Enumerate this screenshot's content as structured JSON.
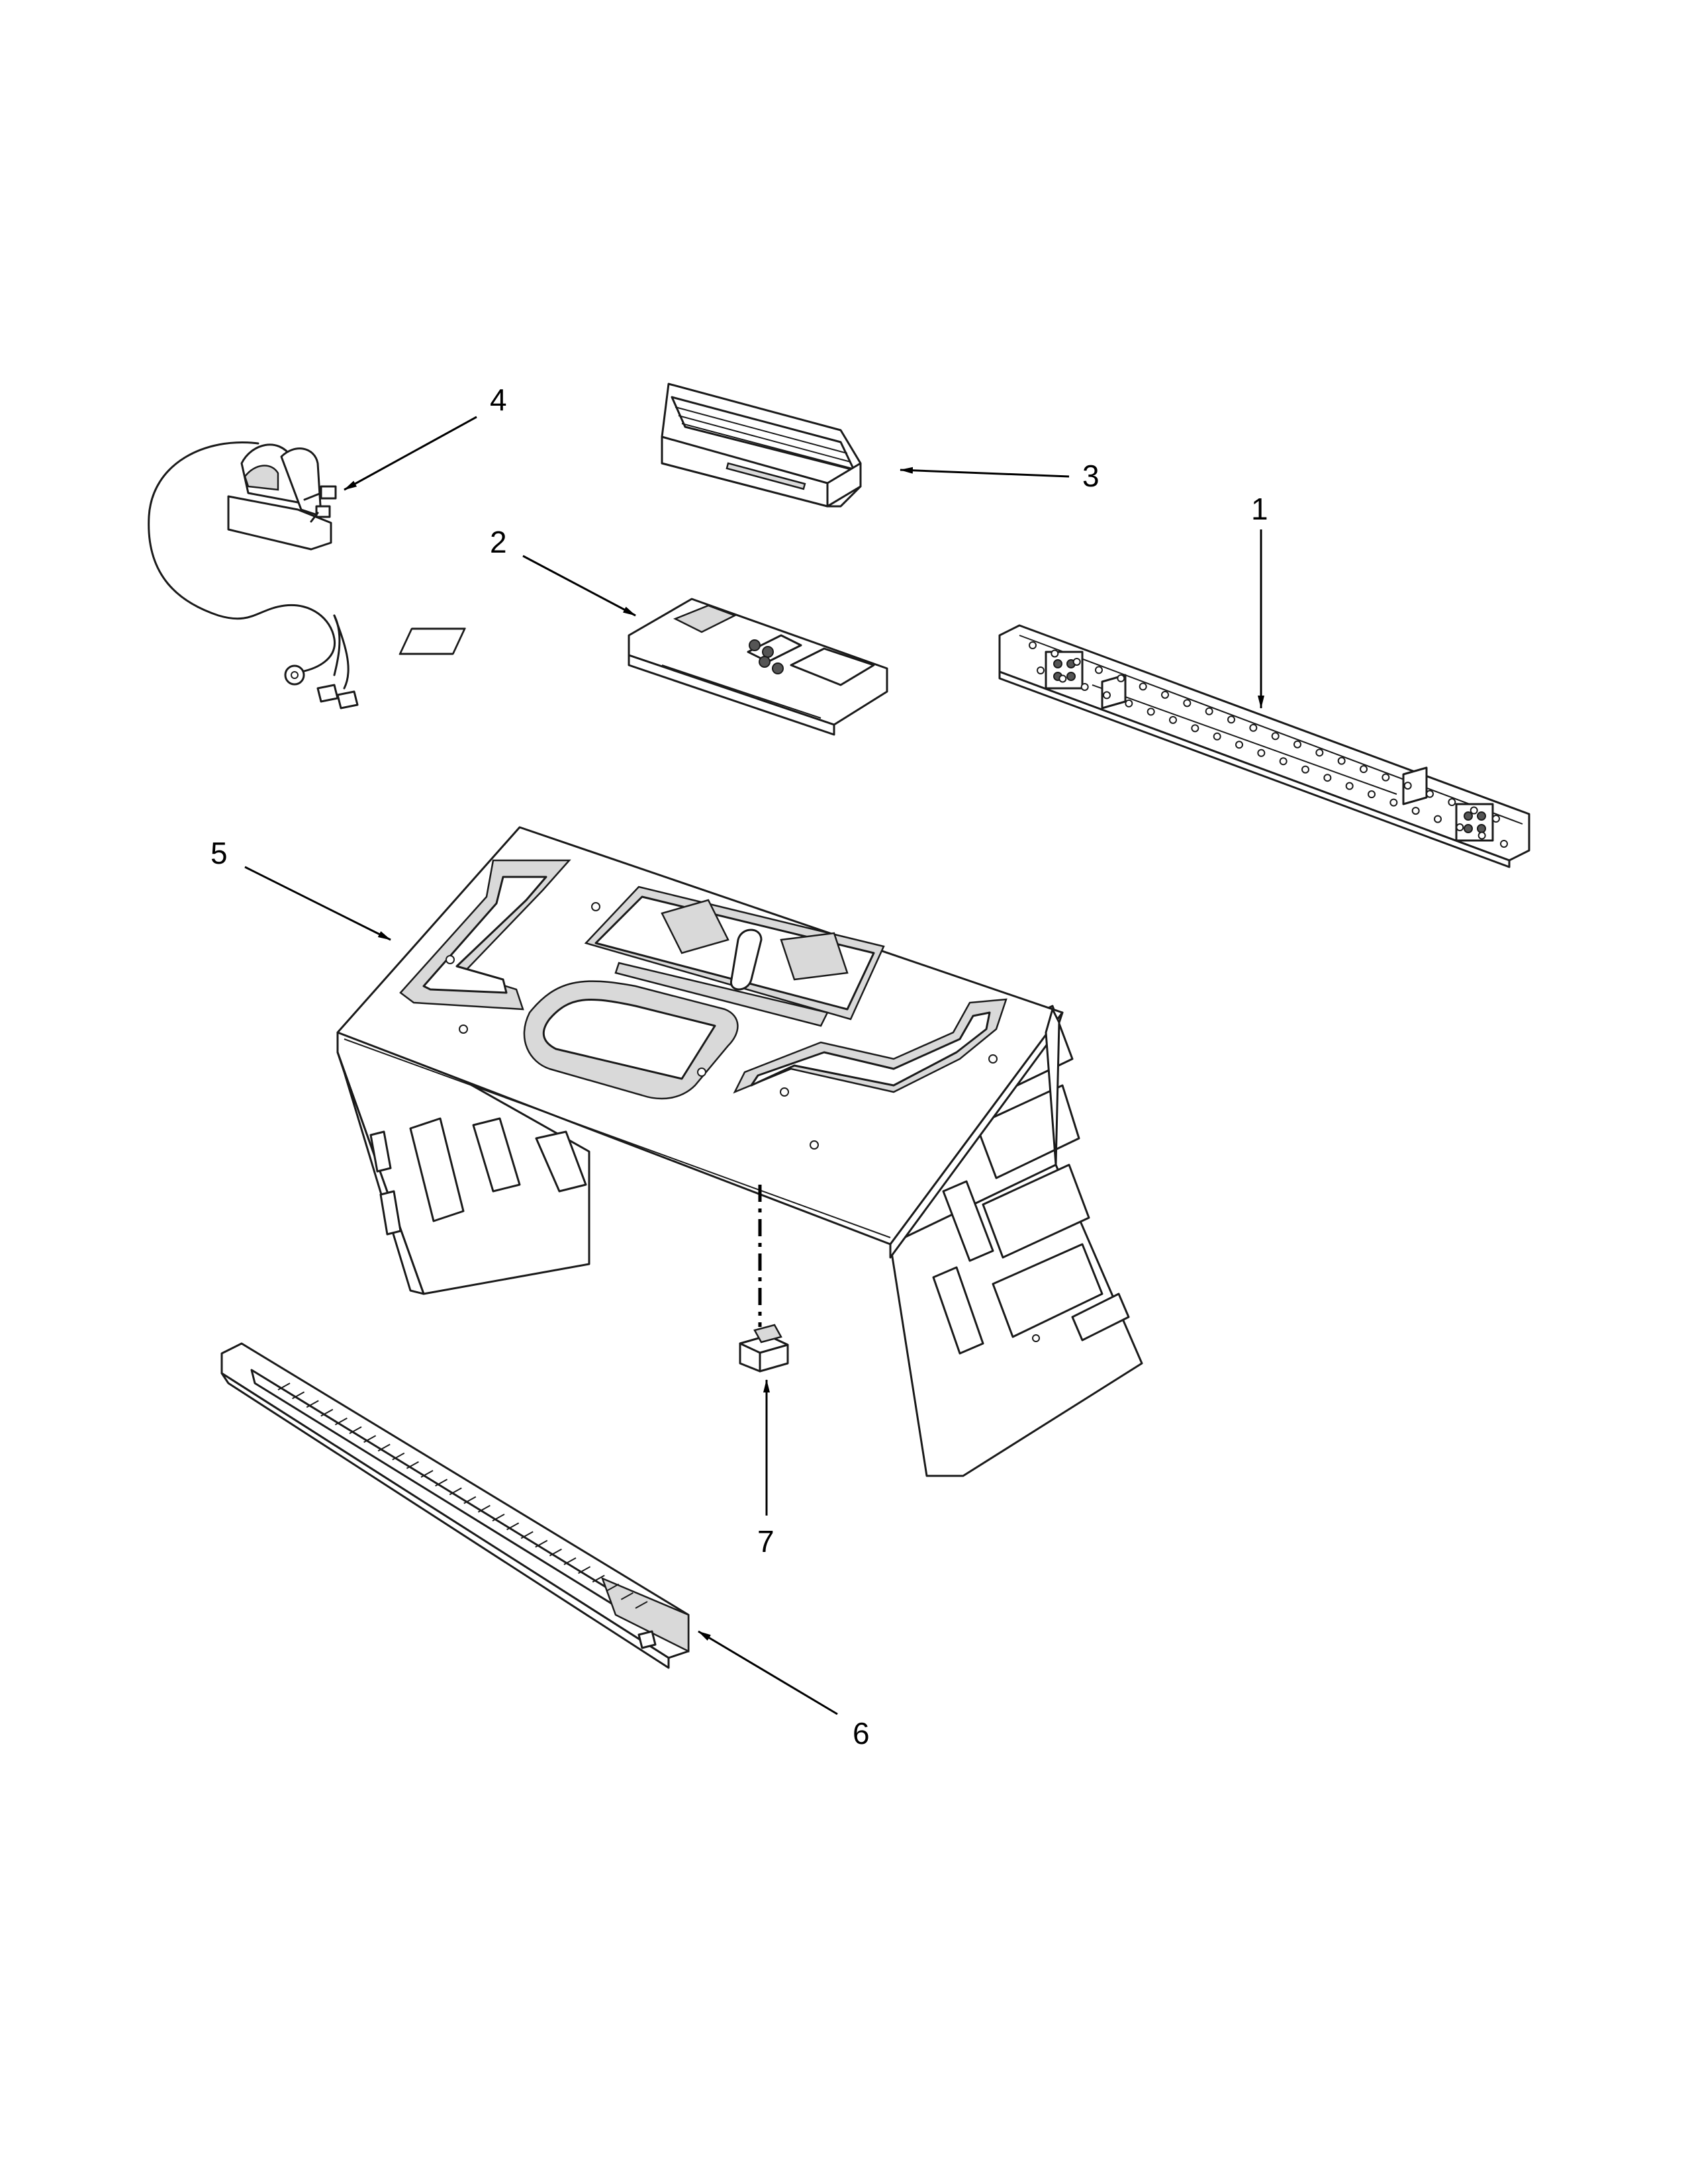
{
  "colors": {
    "line": "#1a1a1a",
    "background": "#ffffff",
    "shade": "#d9d9d9"
  },
  "callouts": [
    {
      "id": "1",
      "label": "1"
    },
    {
      "id": "2",
      "label": "2"
    },
    {
      "id": "3",
      "label": "3"
    },
    {
      "id": "4",
      "label": "4"
    },
    {
      "id": "5",
      "label": "5"
    },
    {
      "id": "6",
      "label": "6"
    },
    {
      "id": "7",
      "label": "7"
    }
  ]
}
